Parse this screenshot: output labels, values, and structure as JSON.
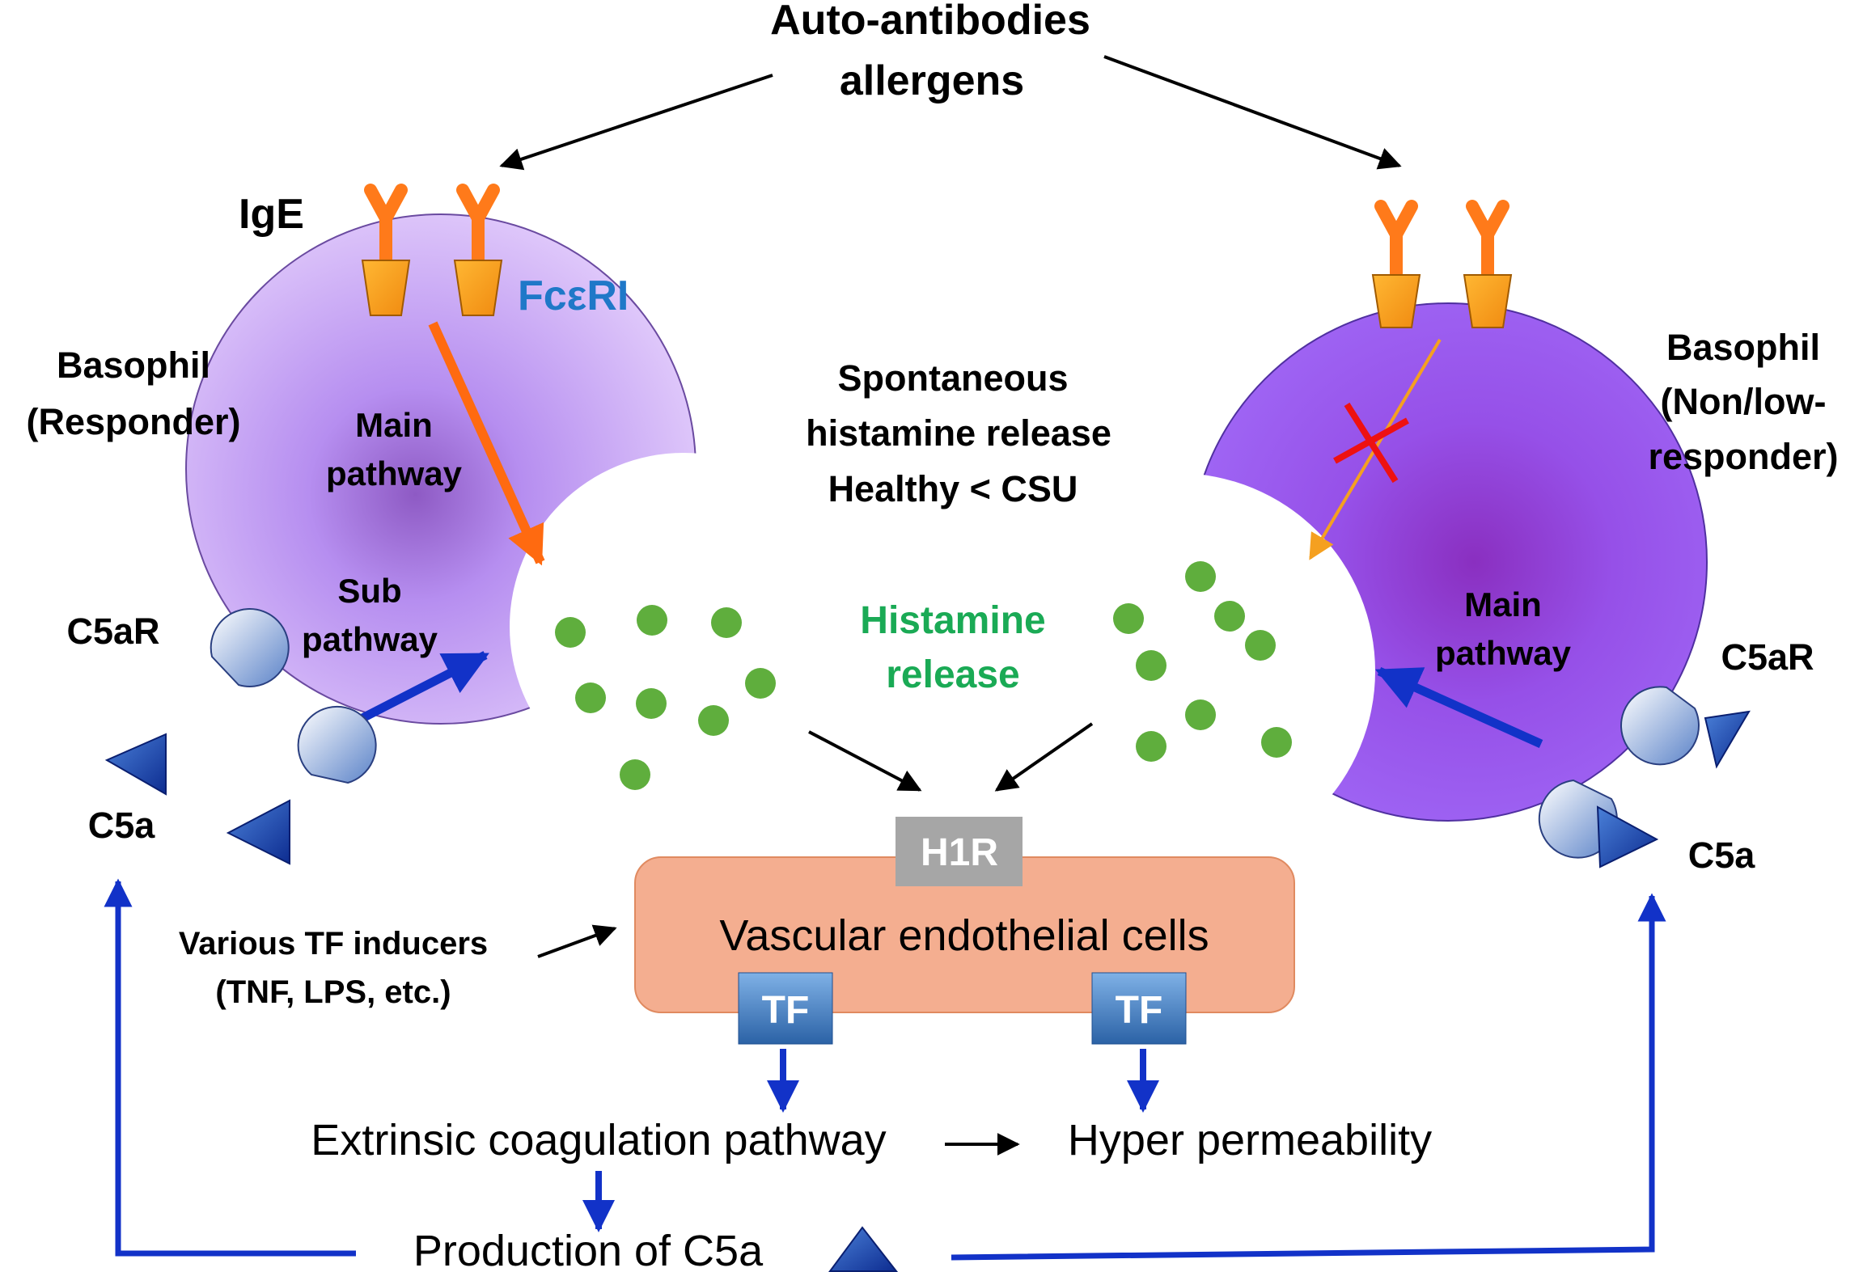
{
  "top": {
    "line1": "Auto-antibodies",
    "line2": "allergens"
  },
  "left_cell": {
    "ige_label": "IgE",
    "fc_label": "FcεRI",
    "name_line1": "Basophil",
    "name_line2": "(Responder)",
    "main_line1": "Main",
    "main_line2": "pathway",
    "sub_line1": "Sub",
    "sub_line2": "pathway",
    "c5ar_label": "C5aR",
    "c5a_label": "C5a"
  },
  "right_cell": {
    "name_line1": "Basophil",
    "name_line2": "(Non/low-",
    "name_line3": "responder)",
    "main_line1": "Main",
    "main_line2": "pathway",
    "c5ar_label": "C5aR",
    "c5a_label": "C5a"
  },
  "center": {
    "spont_line1": "Spontaneous",
    "spont_line2": "histamine release",
    "spont_line3": "Healthy < CSU",
    "hist_line1": "Histamine",
    "hist_line2": "release"
  },
  "endothelium": {
    "h1r_label": "H1R",
    "label": "Vascular endothelial cells",
    "tf_left": "TF",
    "tf_right": "TF"
  },
  "inducers": {
    "line1": "Various TF inducers",
    "line2": "(TNF, LPS, etc.)"
  },
  "bottom": {
    "coag_label": "Extrinsic coagulation pathway",
    "hyper_label": "Hyper permeability",
    "production_label": "Production of C5a"
  },
  "colors": {
    "left_cell": "#d8b8f8",
    "right_cell": "#9b5cf0",
    "ige": "#ff7a1a",
    "receptor": "#f5a623",
    "histamine": "#5fae3d",
    "histamine_text": "#1aaa55",
    "fc_text": "#1f78c8",
    "blue_arrow": "#1232c8",
    "endothelium": "#f4ae90",
    "h1r": "#a6a6a6",
    "tf": "#2f6db0",
    "block_x": "#ee1111"
  }
}
